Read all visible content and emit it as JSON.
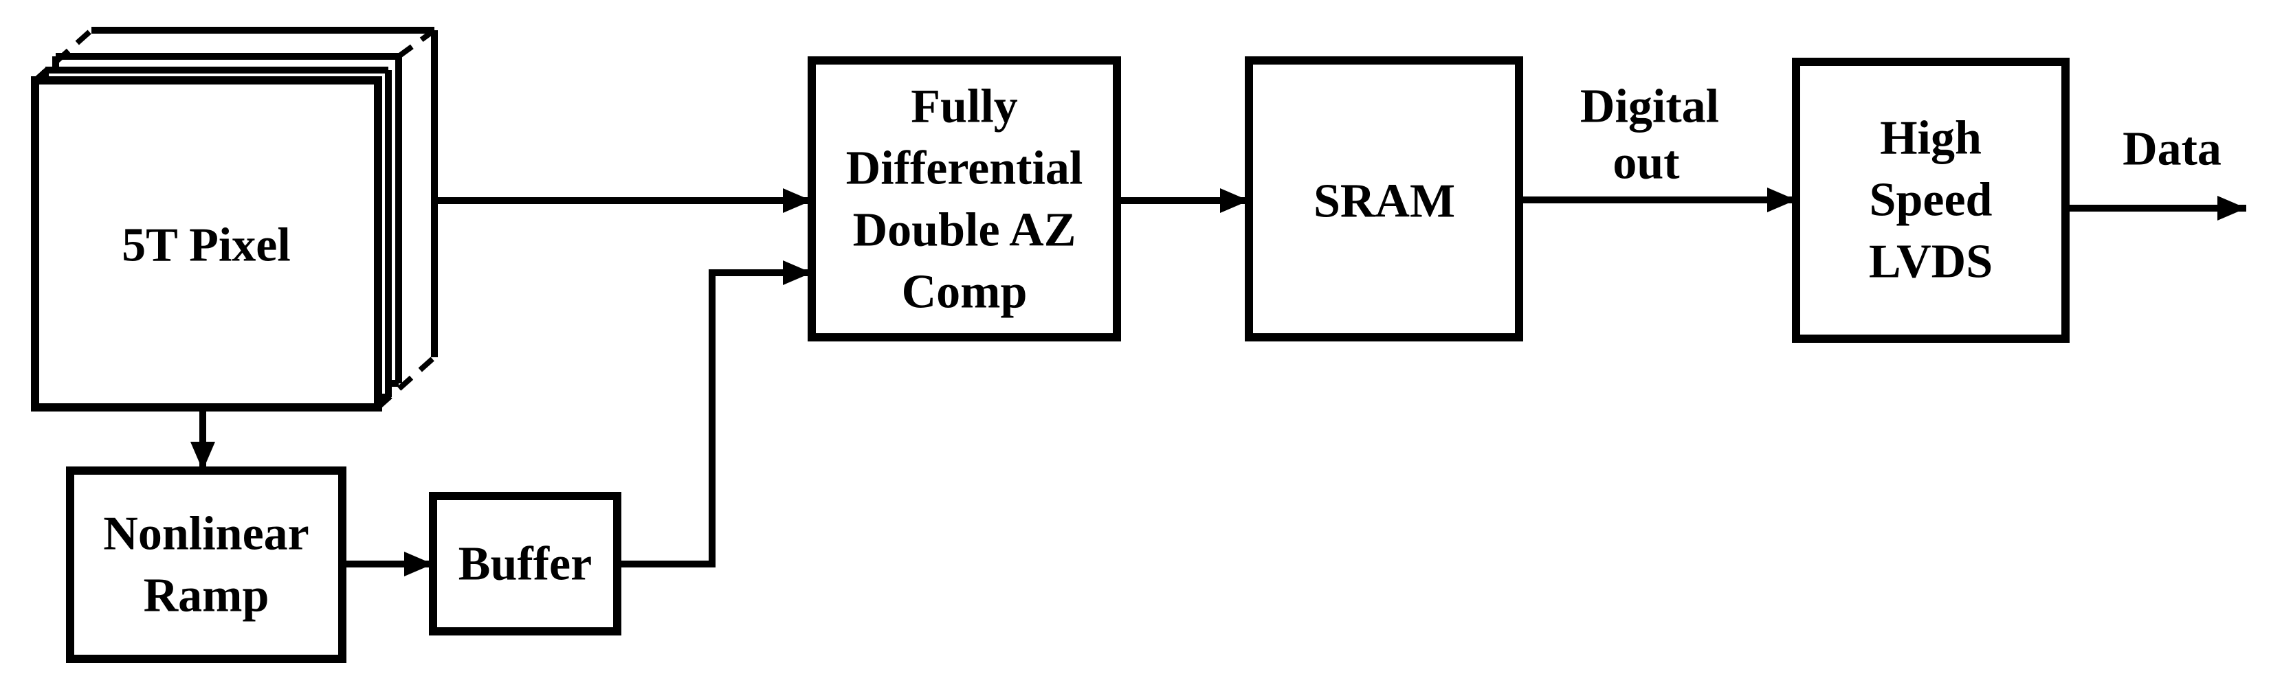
{
  "diagram": {
    "background_color": "#ffffff",
    "line_color": "#000000",
    "blocks": {
      "pixel": {
        "label": "5T Pixel"
      },
      "ramp": {
        "line1": "Nonlinear",
        "line2": "Ramp"
      },
      "buffer": {
        "label": "Buffer"
      },
      "comp": {
        "line1": "Fully",
        "line2": "Differential",
        "line3": "Double AZ",
        "line4": "Comp"
      },
      "sram": {
        "label": "SRAM"
      },
      "lvds": {
        "line1": "High",
        "line2": "Speed",
        "line3": "LVDS"
      }
    },
    "labels": {
      "digital_out_line1": "Digital",
      "digital_out_line2": "out",
      "data": "Data"
    }
  }
}
